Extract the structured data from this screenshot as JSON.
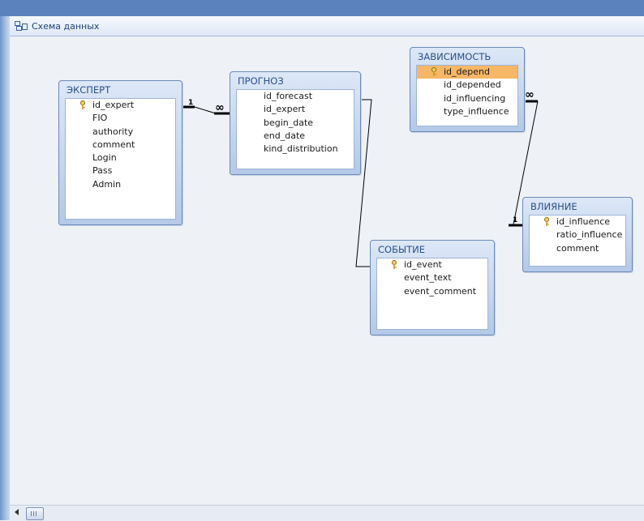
{
  "tab": {
    "title": "Схема данных",
    "icon": "relationships-icon"
  },
  "tables": [
    {
      "id": "expert",
      "name": "ЭКСПЕРТ",
      "fields": [
        {
          "name": "id_expert",
          "key": true
        },
        {
          "name": "FIO"
        },
        {
          "name": "authority"
        },
        {
          "name": "comment"
        },
        {
          "name": "Login"
        },
        {
          "name": "Pass"
        },
        {
          "name": "Admin"
        }
      ]
    },
    {
      "id": "forecast",
      "name": "ПРОГНОЗ",
      "fields": [
        {
          "name": "id_forecast"
        },
        {
          "name": "id_expert"
        },
        {
          "name": "begin_date"
        },
        {
          "name": "end_date"
        },
        {
          "name": "kind_distribution"
        }
      ]
    },
    {
      "id": "dependency",
      "name": "ЗАВИСИМОСТЬ",
      "fields": [
        {
          "name": "id_depend",
          "key": true,
          "selected": true
        },
        {
          "name": "id_depended"
        },
        {
          "name": "id_influencing"
        },
        {
          "name": "type_influence"
        }
      ]
    },
    {
      "id": "influence",
      "name": "ВЛИЯНИЕ",
      "fields": [
        {
          "name": "id_influence",
          "key": true
        },
        {
          "name": "ratio_influence"
        },
        {
          "name": "comment"
        }
      ]
    },
    {
      "id": "event",
      "name": "СОБЫТИЕ",
      "fields": [
        {
          "name": "id_event",
          "key": true
        },
        {
          "name": "event_text"
        },
        {
          "name": "event_comment"
        }
      ]
    }
  ],
  "relations": [
    {
      "from": "expert",
      "to": "forecast",
      "one_label": "1",
      "many_label": "∞"
    },
    {
      "from": "forecast",
      "to": "event",
      "one_label": "",
      "many_label": ""
    },
    {
      "from": "dependency",
      "to": "influence",
      "one_label": "1",
      "many_label": "∞"
    }
  ],
  "colors": {
    "selected_field": "#f6b766",
    "title_text": "#2b4f86",
    "window_frame": "#5b82bd"
  }
}
